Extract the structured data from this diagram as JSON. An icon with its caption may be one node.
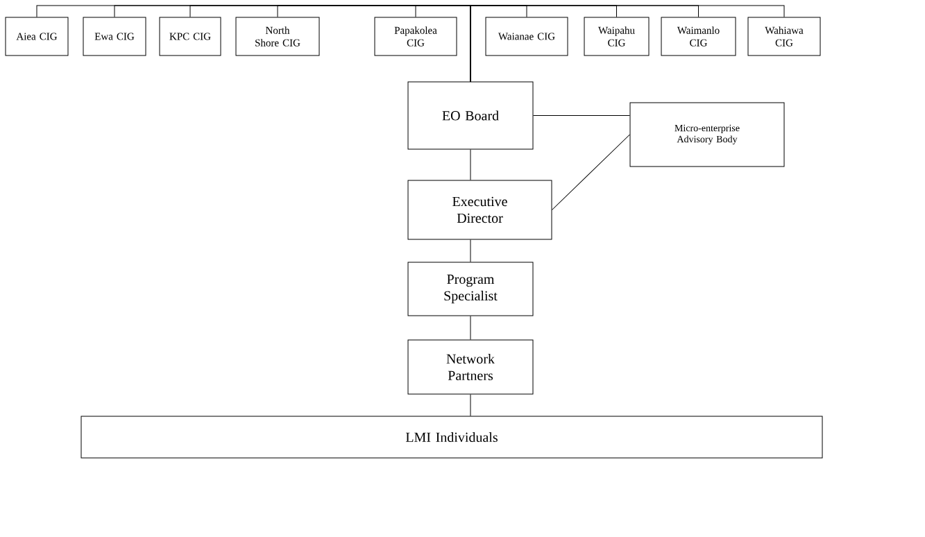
{
  "diagram": {
    "nodes": [
      {
        "text": [
          "Aiea CIG"
        ]
      },
      {
        "text": [
          "Ewa CIG"
        ]
      },
      {
        "text": [
          "KPC CIG"
        ]
      },
      {
        "text": [
          "North Shore CIG"
        ]
      },
      {
        "text": [
          "Papakolea CIG"
        ]
      },
      {
        "text": [
          "Waianae CIG"
        ]
      },
      {
        "text": [
          "Waipahu CIG"
        ]
      },
      {
        "text": [
          "Waimanlo CIG"
        ]
      },
      {
        "text": [
          "Wahiawa CIG"
        ]
      },
      {
        "text": [
          "EO Board"
        ]
      },
      {
        "text": [
          "Micro-enterprise Advisory Body"
        ]
      },
      {
        "text": [
          "Executive Director"
        ]
      },
      {
        "text": [
          "Program Specialist"
        ]
      },
      {
        "text": [
          "Network Partners"
        ]
      },
      {
        "text": [
          "LMI Individuals"
        ]
      }
    ],
    "edges": [
      {
        "from": 0,
        "to": 9,
        "arrow": "none"
      },
      {
        "from": 1,
        "to": 9,
        "arrow": "none"
      },
      {
        "from": 2,
        "to": 9,
        "arrow": "none"
      },
      {
        "from": 3,
        "to": 9,
        "arrow": "none"
      },
      {
        "from": 4,
        "to": 9,
        "arrow": "none"
      },
      {
        "from": 5,
        "to": 9,
        "arrow": "none"
      },
      {
        "from": 6,
        "to": 9,
        "arrow": "none"
      },
      {
        "from": 7,
        "to": 9,
        "arrow": "none"
      },
      {
        "from": 8,
        "to": 9,
        "arrow": "none"
      },
      {
        "from": 9,
        "to": 10,
        "arrow": "none"
      },
      {
        "from": 10,
        "to": 11,
        "arrow": "none"
      },
      {
        "from": 9,
        "to": 11,
        "arrow": "none"
      },
      {
        "from": 11,
        "to": 12,
        "arrow": "none"
      },
      {
        "from": 12,
        "to": 13,
        "arrow": "none"
      },
      {
        "from": 13,
        "to": 14,
        "arrow": "none"
      }
    ]
  }
}
